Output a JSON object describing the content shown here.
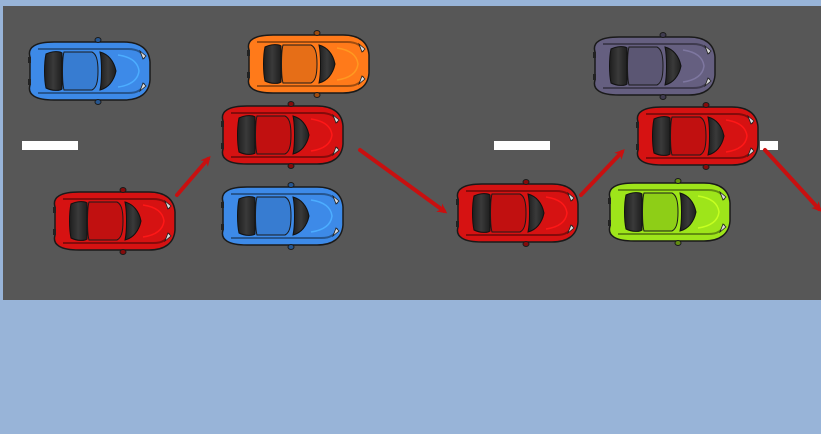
{
  "colors": {
    "sky": "#98b4d8",
    "road": "#575757",
    "lane_marking": "#ffffff",
    "arrow": "#c81010"
  },
  "lanes": [
    "top-lane",
    "middle-lane",
    "bottom-lane"
  ],
  "cars": [
    {
      "name": "blue-car-top-left",
      "color": "#3d8ae8",
      "lane": "top-lane",
      "role": "traffic"
    },
    {
      "name": "orange-car-top",
      "color": "#ff7a1a",
      "lane": "top-lane",
      "role": "traffic"
    },
    {
      "name": "purple-car-top-right",
      "color": "#655f80",
      "lane": "top-lane",
      "role": "traffic"
    },
    {
      "name": "red-car-start",
      "color": "#d61212",
      "lane": "bottom-lane",
      "role": "lane-changing-car",
      "step": 1
    },
    {
      "name": "red-car-step-2",
      "color": "#d61212",
      "lane": "middle-lane",
      "role": "lane-changing-car",
      "step": 2
    },
    {
      "name": "blue-car-middle",
      "color": "#3d8ae8",
      "lane": "bottom-lane",
      "role": "traffic"
    },
    {
      "name": "red-car-step-3",
      "color": "#d61212",
      "lane": "bottom-lane",
      "role": "lane-changing-car",
      "step": 3
    },
    {
      "name": "red-car-step-4",
      "color": "#d61212",
      "lane": "middle-lane",
      "role": "lane-changing-car",
      "step": 4
    },
    {
      "name": "green-car-right",
      "color": "#9ee51a",
      "lane": "bottom-lane",
      "role": "traffic"
    }
  ],
  "arrows": [
    {
      "name": "arrow-step-1-to-2",
      "from": "red-car-start",
      "to": "red-car-step-2"
    },
    {
      "name": "arrow-step-2-to-3",
      "from": "red-car-step-2",
      "to": "red-car-step-3"
    },
    {
      "name": "arrow-step-3-to-4",
      "from": "red-car-step-3",
      "to": "red-car-step-4"
    },
    {
      "name": "arrow-step-4-exit",
      "from": "red-car-step-4",
      "to": "off-screen"
    }
  ]
}
